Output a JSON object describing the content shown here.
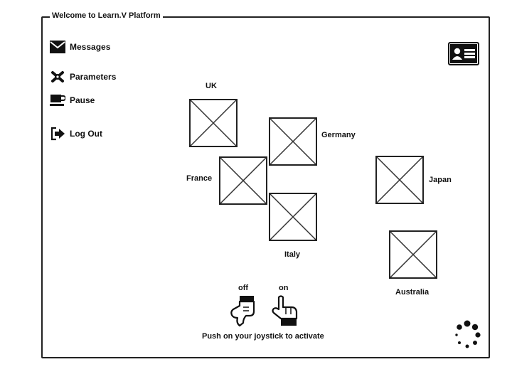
{
  "window": {
    "title": "Welcome to Learn.V Platform"
  },
  "sidebar": {
    "items": [
      {
        "label": "Messages",
        "icon": "envelope-icon"
      },
      {
        "label": "Parameters",
        "icon": "settings-icon"
      },
      {
        "label": "Pause",
        "icon": "coffee-icon"
      },
      {
        "label": "Log Out",
        "icon": "logout-icon"
      }
    ]
  },
  "header": {
    "profile_icon": "id-card-icon"
  },
  "countries": [
    {
      "name": "UK"
    },
    {
      "name": "Germany"
    },
    {
      "name": "France"
    },
    {
      "name": "Italy"
    },
    {
      "name": "Japan"
    },
    {
      "name": "Australia"
    }
  ],
  "joystick": {
    "off_label": "off",
    "on_label": "on",
    "instruction": "Push on your joystick to activate",
    "off_icon": "hand-pointing-down-icon",
    "on_icon": "hand-pointing-up-icon"
  },
  "status": {
    "loading_icon": "loading-spinner-icon"
  }
}
